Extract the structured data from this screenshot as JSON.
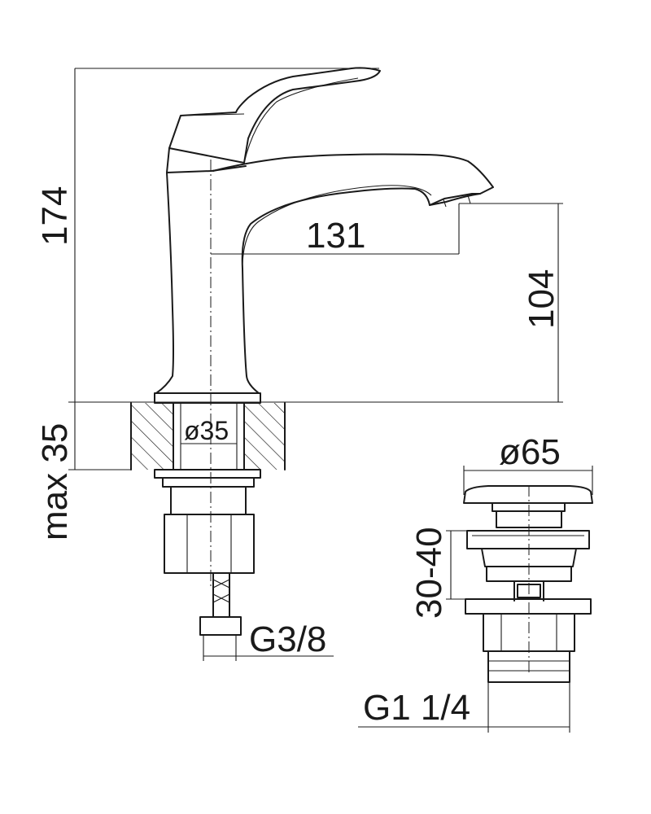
{
  "dimensions": {
    "total_height": "174",
    "spout_reach": "131",
    "spout_height": "104",
    "deck_thickness": "max 35",
    "hole_diameter": "ø35",
    "inlet_thread": "G3/8",
    "waste_diameter": "ø65",
    "waste_adjust": "30-40",
    "waste_thread": "G1 1/4"
  },
  "colors": {
    "line": "#1a1a1a",
    "background": "#ffffff"
  }
}
